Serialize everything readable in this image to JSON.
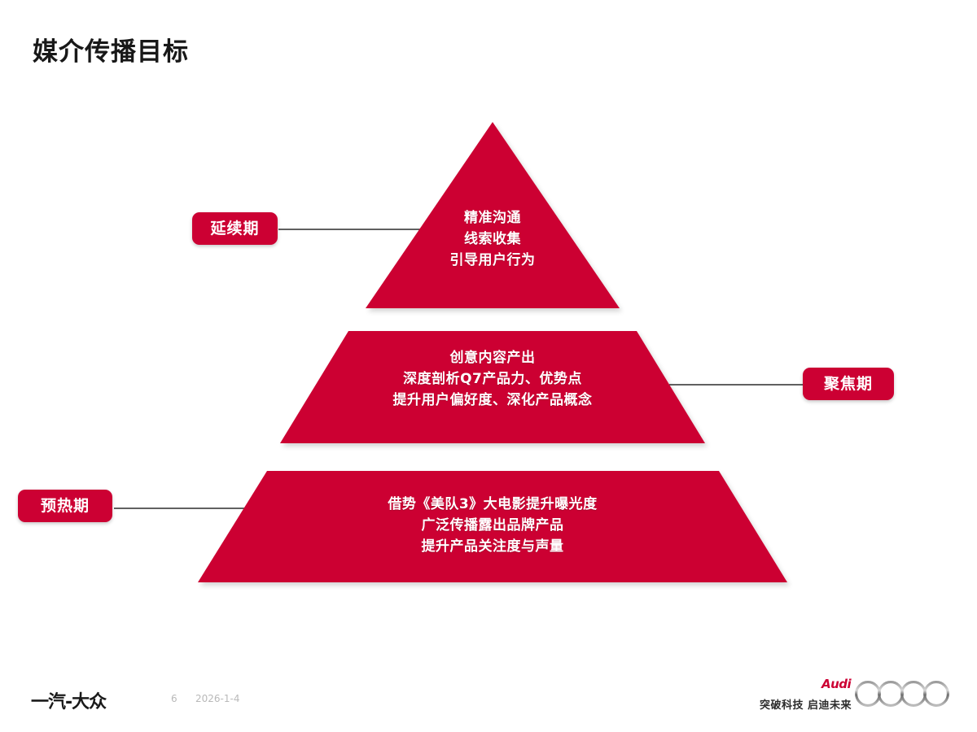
{
  "slide": {
    "title": "媒介传播目标",
    "background_color": "#ffffff",
    "accent_color": "#CC0033",
    "page_number": "6",
    "date": "2026-1-4"
  },
  "pyramid": {
    "tiers": [
      {
        "id": "top",
        "phase_label": "延续期",
        "label_side": "left",
        "lines": [
          "精准沟通",
          "线索收集",
          "引导用户行为"
        ]
      },
      {
        "id": "middle",
        "phase_label": "聚焦期",
        "label_side": "right",
        "lines": [
          "创意内容产出",
          "深度剖析Q7产品力、优势点",
          "提升用户偏好度、深化产品概念"
        ]
      },
      {
        "id": "bottom",
        "phase_label": "预热期",
        "label_side": "left",
        "lines": [
          "借势《美队3》大电影提升曝光度",
          "广泛传播露出品牌产品",
          "提升产品关注度与声量"
        ]
      }
    ]
  },
  "footer": {
    "faw_logo_text": "一汽-大众",
    "page_number": "6",
    "date": "2026-1-4",
    "audi_tagline": "突破科技 启迪未来",
    "audi_wordmark": "Audi",
    "audi_rings_icon": "audi-four-rings-icon"
  }
}
